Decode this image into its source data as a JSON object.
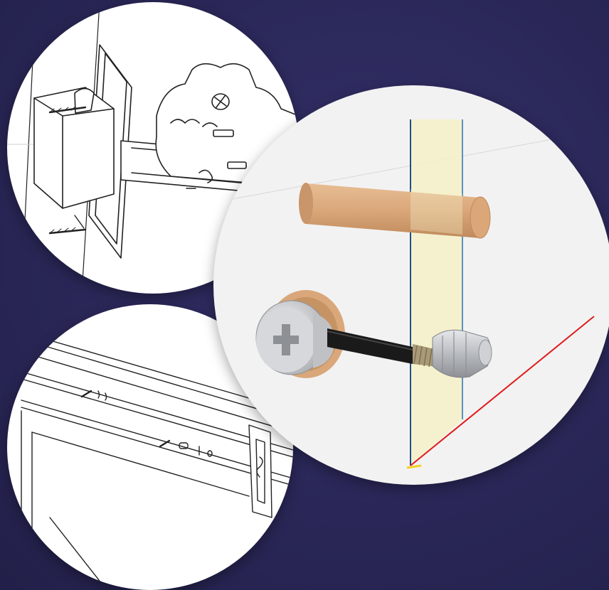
{
  "scene": {
    "background_color": "#2a2758",
    "panels": [
      {
        "id": "hinge-lineart",
        "icon": "cabinet-hinge-icon"
      },
      {
        "id": "drawer-slide-lineart",
        "icon": "drawer-slide-icon"
      },
      {
        "id": "cam-dowel-3d",
        "icon": "cam-lock-dowel-icon"
      }
    ],
    "colors": {
      "dowel": "#d9a77a",
      "panel_highlight": "#f6f1c8",
      "axis_red": "#e01b1b",
      "axis_blue": "#2a6fb5",
      "bolt_dark": "#1a1a1a",
      "metal": "#c9cbcf"
    }
  }
}
